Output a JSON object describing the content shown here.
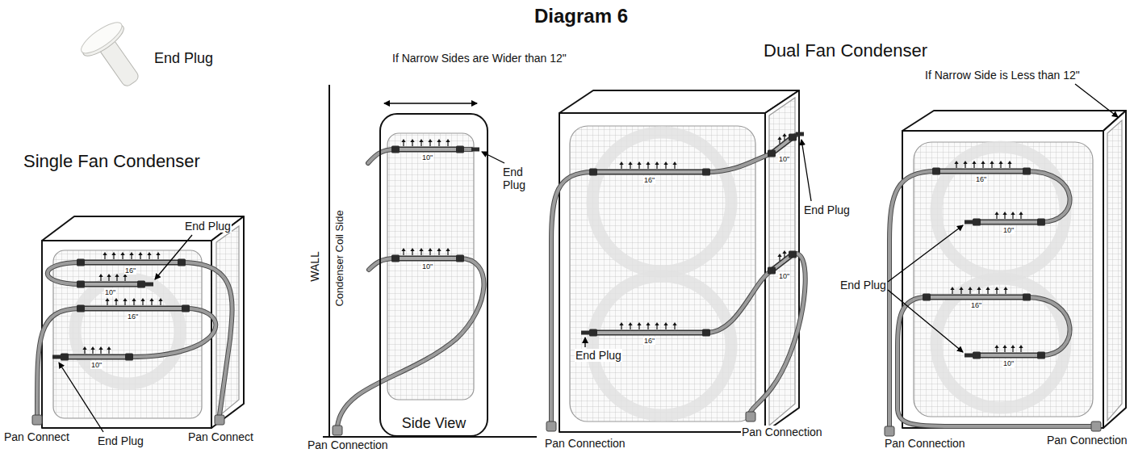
{
  "diagram": {
    "title": "Diagram 6",
    "nodes": [
      {
        "text": [
          "Side View"
        ]
      }
    ],
    "labels": [
      "End Plug",
      "Single Fan Condenser",
      "End Plug",
      "16\"",
      "10\"",
      "16\"",
      "10\"",
      "Pan Connect",
      "End Plug",
      "Pan Connect",
      "Dual Fan Condenser",
      "If Narrow Sides are Wider than 12\"",
      "WALL",
      "Condenser Coil Side",
      "10\"",
      "End Plug",
      "10\"",
      "Pan Connection",
      "16\"",
      "10\"",
      "End Plug",
      "16\"",
      "10\"",
      "End Plug",
      "Pan Connection",
      "Pan Connection",
      "If Narrow Side is Less than 12\"",
      "16\"",
      "10\"",
      "End Plug",
      "16\"",
      "10\"",
      "Pan Connection",
      "Pan Connection"
    ]
  }
}
